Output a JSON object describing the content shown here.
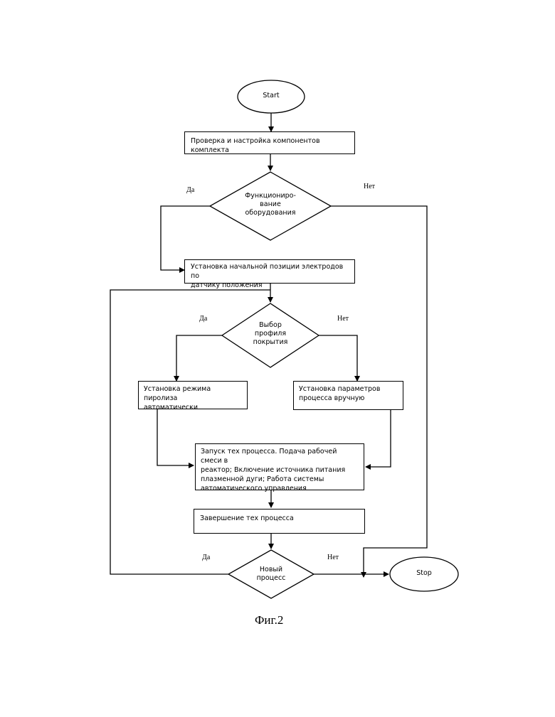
{
  "nodes": {
    "start": "Start",
    "check": "Проверка и настройка компонентов комплекта",
    "decision1": [
      "Функциониро-",
      "вание",
      "оборудования"
    ],
    "setup_electrodes": [
      "Установка начальной позиции электродов по",
      "датчику положения"
    ],
    "decision2": [
      "Выбор",
      "профиля",
      "покрытия"
    ],
    "auto_mode": [
      "Установка режима пиролиза",
      "автоматически"
    ],
    "manual_params": [
      "Установка параметров",
      "процесса вручную"
    ],
    "launch": [
      "Запуск тех процесса. Подача рабочей смеси в",
      "реактор; Включение источника питания",
      "плазменной дуги; Работа системы",
      "автоматического управления"
    ],
    "finish": "Завершение тех процесса",
    "decision3": [
      "Новый",
      "процесс"
    ],
    "stop": "Stop"
  },
  "edge_labels": {
    "yes": "Да",
    "no": "Нет"
  },
  "caption": "Фиг.2"
}
